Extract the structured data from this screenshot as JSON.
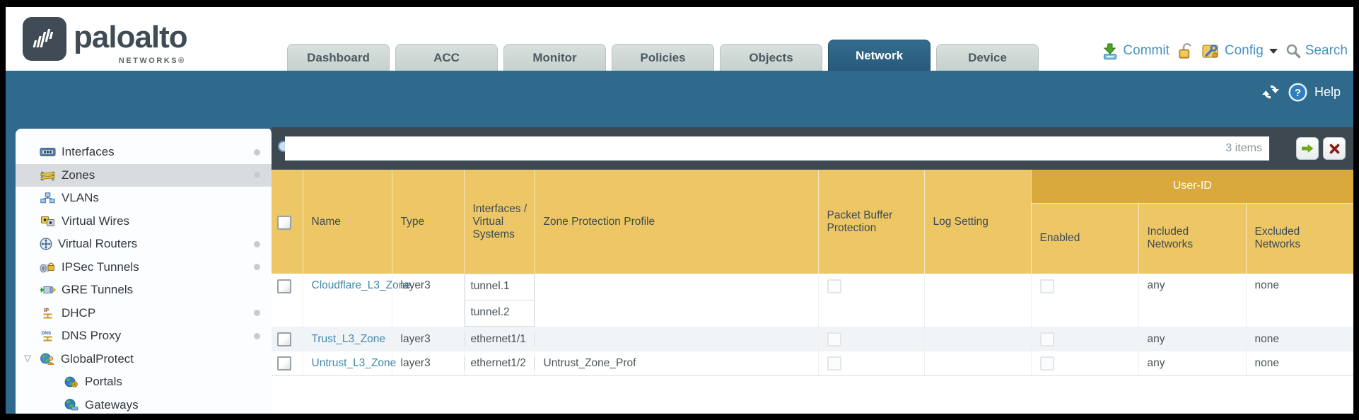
{
  "app": {
    "brand": "paloalto",
    "brand_sub": "NETWORKS®"
  },
  "nav_tabs": [
    {
      "label": "Dashboard",
      "active": false
    },
    {
      "label": "ACC",
      "active": false
    },
    {
      "label": "Monitor",
      "active": false
    },
    {
      "label": "Policies",
      "active": false
    },
    {
      "label": "Objects",
      "active": false
    },
    {
      "label": "Network",
      "active": true
    },
    {
      "label": "Device",
      "active": false
    }
  ],
  "utility": {
    "commit": "Commit",
    "config": "Config",
    "search": "Search"
  },
  "toolbar": {
    "help": "Help"
  },
  "sidebar": {
    "items": [
      {
        "label": "Interfaces",
        "dot": true
      },
      {
        "label": "Zones",
        "dot": true,
        "selected": true
      },
      {
        "label": "VLANs",
        "dot": false
      },
      {
        "label": "Virtual Wires",
        "dot": false
      },
      {
        "label": "Virtual Routers",
        "dot": true
      },
      {
        "label": "IPSec Tunnels",
        "dot": true
      },
      {
        "label": "GRE Tunnels",
        "dot": false
      },
      {
        "label": "DHCP",
        "dot": true
      },
      {
        "label": "DNS Proxy",
        "dot": true
      },
      {
        "label": "GlobalProtect",
        "dot": false,
        "expanded": true
      },
      {
        "label": "Portals",
        "dot": false,
        "child": true
      },
      {
        "label": "Gateways",
        "dot": false,
        "child": true
      }
    ]
  },
  "filter": {
    "value": "",
    "count": "3 items"
  },
  "zones_table": {
    "group_header": "User-ID",
    "headers": {
      "name": "Name",
      "type": "Type",
      "interfaces": "Interfaces / Virtual Systems",
      "zone_protection": "Zone Protection Profile",
      "packet_buffer": "Packet Buffer Protection",
      "log_setting": "Log Setting",
      "enabled": "Enabled",
      "included": "Included Networks",
      "excluded": "Excluded Networks"
    },
    "rows": [
      {
        "name": "Cloudflare_L3_Zone",
        "type": "layer3",
        "interfaces": [
          "tunnel.1",
          "tunnel.2"
        ],
        "zone_protection_profile": "",
        "packet_buffer_protection": false,
        "log_setting": "",
        "user_id_enabled": false,
        "included_networks": "any",
        "excluded_networks": "none"
      },
      {
        "name": "Trust_L3_Zone",
        "type": "layer3",
        "interfaces": [
          "ethernet1/1"
        ],
        "zone_protection_profile": "",
        "packet_buffer_protection": false,
        "log_setting": "",
        "user_id_enabled": false,
        "included_networks": "any",
        "excluded_networks": "none"
      },
      {
        "name": "Untrust_L3_Zone",
        "type": "layer3",
        "interfaces": [
          "ethernet1/2"
        ],
        "zone_protection_profile": "Untrust_Zone_Prof",
        "packet_buffer_protection": false,
        "log_setting": "",
        "user_id_enabled": false,
        "included_networks": "any",
        "excluded_networks": "none"
      }
    ]
  },
  "colors": {
    "teal_band": "#2F6A8C",
    "active_tab": "#285A7B",
    "header_gold": "#EDC766",
    "user_id_gold": "#D9A93C",
    "link_blue": "#3F87AB",
    "utility_blue": "#4792BE",
    "search_bar": "#3E4850",
    "alt_row": "#F1F4F6"
  }
}
